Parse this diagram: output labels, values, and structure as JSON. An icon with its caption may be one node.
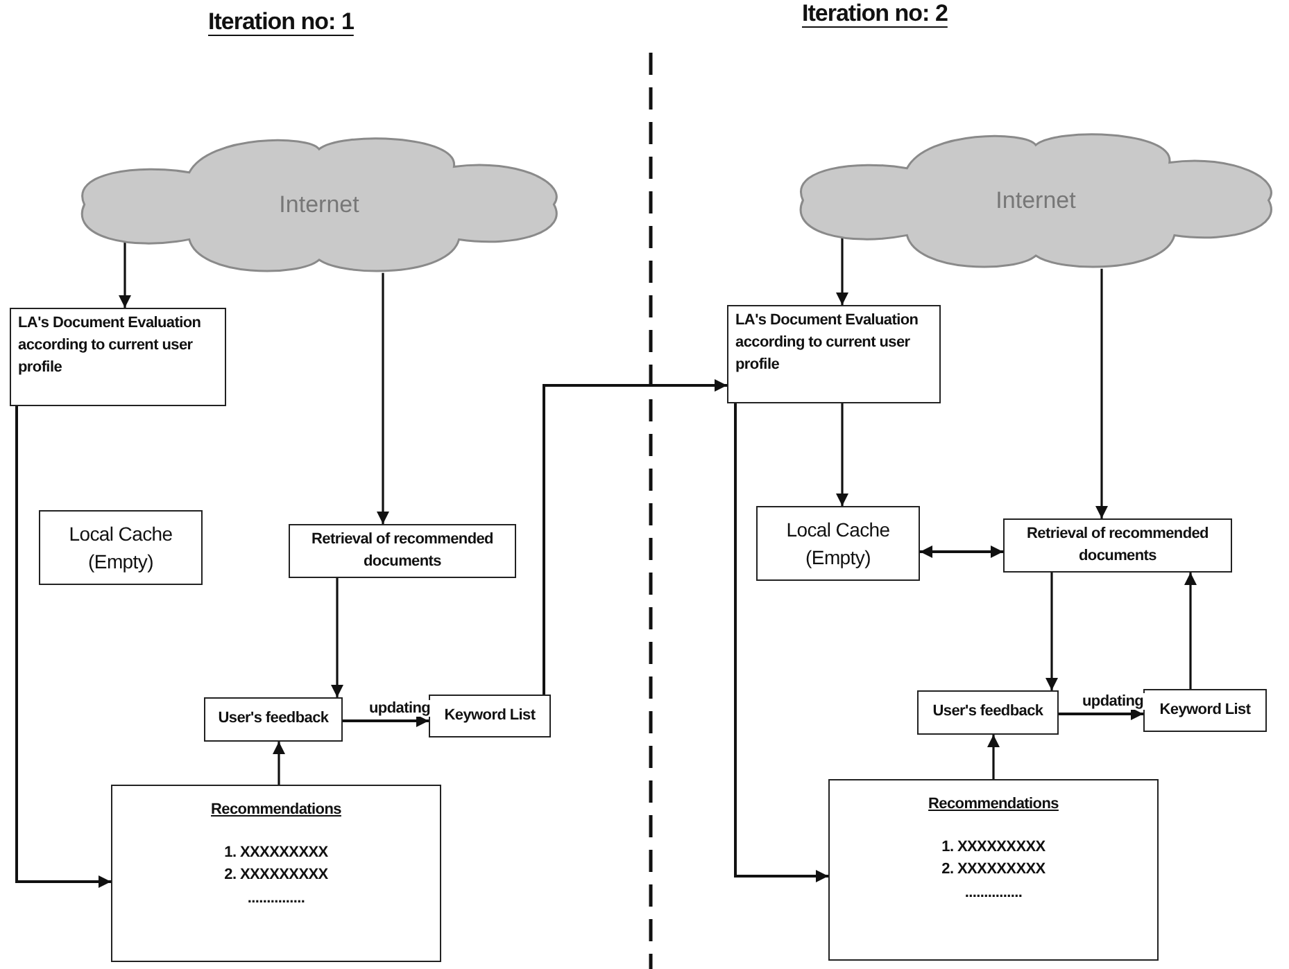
{
  "diagram": {
    "nodes": [
      {
        "text": [
          "Internet"
        ]
      },
      {
        "text": [
          "LA's Document Evaluation according to current user profile"
        ]
      },
      {
        "text": [
          "Local Cache (Empty)"
        ]
      },
      {
        "text": [
          "Retrieval of recommended documents"
        ]
      },
      {
        "text": [
          "User's feedback"
        ]
      },
      {
        "text": [
          "Keyword List"
        ]
      },
      {
        "text": [
          "Recommendations",
          "1. XXXXXXXXX",
          "2. XXXXXXXXX",
          "..............."
        ]
      },
      {
        "text": [
          "Internet"
        ]
      },
      {
        "text": [
          "LA's Document Evaluation according to current user profile"
        ]
      },
      {
        "text": [
          "Local Cache (Empty)"
        ]
      },
      {
        "text": [
          "Retrieval of recommended documents"
        ]
      },
      {
        "text": [
          "User's feedback"
        ]
      },
      {
        "text": [
          "Keyword List"
        ]
      },
      {
        "text": [
          "Recommendations",
          "1. XXXXXXXXX",
          "2. XXXXXXXXX",
          "..............."
        ]
      }
    ],
    "edges": [
      {
        "from": 0,
        "to": 1,
        "arrow": "to"
      },
      {
        "from": 0,
        "to": 3,
        "arrow": "to"
      },
      {
        "from": 1,
        "to": 6,
        "arrow": "to"
      },
      {
        "from": 3,
        "to": 4,
        "arrow": "to"
      },
      {
        "from": 6,
        "to": 4,
        "arrow": "to"
      },
      {
        "from": 4,
        "to": 5,
        "label": "updating",
        "arrow": "to"
      },
      {
        "from": 5,
        "to": 8,
        "arrow": "to"
      },
      {
        "from": 7,
        "to": 8,
        "arrow": "to"
      },
      {
        "from": 7,
        "to": 10,
        "arrow": "to"
      },
      {
        "from": 8,
        "to": 9,
        "arrow": "to"
      },
      {
        "from": 8,
        "to": 13,
        "arrow": "to"
      },
      {
        "from": 9,
        "to": 10,
        "arrow": "both"
      },
      {
        "from": 10,
        "to": 11,
        "arrow": "to"
      },
      {
        "from": 13,
        "to": 11,
        "arrow": "to"
      },
      {
        "from": 11,
        "to": 12,
        "label": "updating",
        "arrow": "to"
      },
      {
        "from": 12,
        "to": 10,
        "arrow": "to"
      }
    ],
    "labels": [
      "Iteration no: 1",
      "Iteration no: 2"
    ]
  }
}
